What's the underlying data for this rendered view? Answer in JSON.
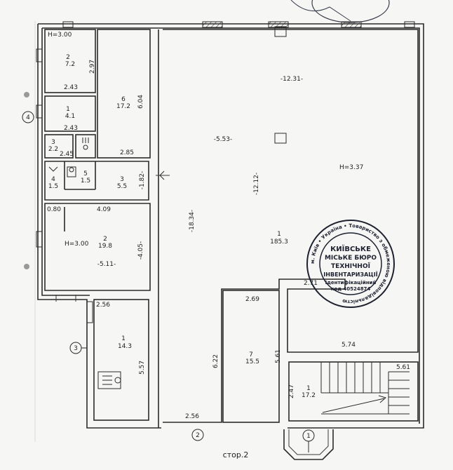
{
  "rooms": [
    {
      "id": "2",
      "area": "7.2"
    },
    {
      "id": "1",
      "area": "4.1"
    },
    {
      "id": "3",
      "area": "2.2"
    },
    {
      "id": "4",
      "area": "1.5"
    },
    {
      "id": "5",
      "area": "1.5"
    },
    {
      "id": "3",
      "area": "5.5"
    },
    {
      "id": "6",
      "area": "17.2"
    },
    {
      "id": "2",
      "area": "19.8"
    },
    {
      "id": "1",
      "area": "185.3"
    },
    {
      "id": "1",
      "area": "14.3"
    },
    {
      "id": "7",
      "area": "15.5"
    },
    {
      "id": "1",
      "area": "17.2"
    }
  ],
  "heights": {
    "top_left": "H=3.00",
    "mid_left": "H=3.00",
    "main_hall": "H=3.37"
  },
  "dimensions": {
    "d_2_97": "2.97",
    "d_2_43_a": "2.43",
    "d_2_43_b": "2.43",
    "d_2_45": "2.45",
    "d_6_04": "6.04",
    "d_2_85": "2.85",
    "d_1_82": "-1.82-",
    "d_0_80": "0.80",
    "d_4_09": "4.09",
    "d_4_05": "-4.05-",
    "d_5_11": "-5.11-",
    "d_12_31": "-12.31-",
    "d_5_53": "-5.53-",
    "d_12_12": "-12.12-",
    "d_18_34": "-18.34-",
    "d_2_71": "2.71",
    "d_2_69": "2.69",
    "d_6_22": "6.22",
    "d_5_61_a": "5.61",
    "d_5_74": "5.74",
    "d_5_61_b": "5.61",
    "d_2_47": "2.47",
    "d_2_56_a": "2.56",
    "d_5_57": "5.57",
    "d_2_56_b": "2.56"
  },
  "axis_markers": [
    "4",
    "3",
    "2",
    "1"
  ],
  "page_label": "стор.2",
  "stamp": {
    "line1": "КИЇВСЬКЕ",
    "line2": "МІСЬКЕ БЮРО",
    "line3": "ТЕХНІЧНОЇ",
    "line4": "ІНВЕНТАРИЗАЦІЇ",
    "line5": "Ідентифікаційний",
    "line6": "код 40524874",
    "ring_text": "м. Київ • Україна • Товариство з обмеженою відповідальністю"
  },
  "colors": {
    "ink": "#2b2b2b",
    "paper": "#f6f6f4",
    "stamp": "#1e2230"
  }
}
